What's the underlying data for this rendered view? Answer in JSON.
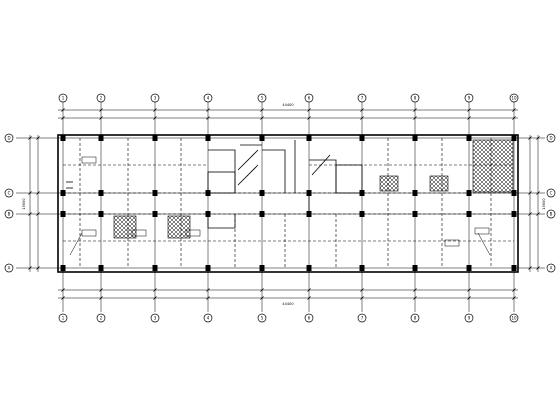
{
  "axis_labels_top": [
    "1",
    "2",
    "3",
    "4",
    "5",
    "6",
    "7",
    "8",
    "9",
    "10"
  ],
  "axis_labels_left": [
    "D",
    "C",
    "B",
    "A"
  ],
  "axis_labels_right": [
    "D",
    "C",
    "B",
    "A"
  ],
  "dimensions": {
    "overall_top": "44400",
    "overall_bottom": "44400",
    "left_total": "15600",
    "right_total": "15600"
  },
  "colors": {
    "line": "#000000",
    "background": "#ffffff"
  }
}
